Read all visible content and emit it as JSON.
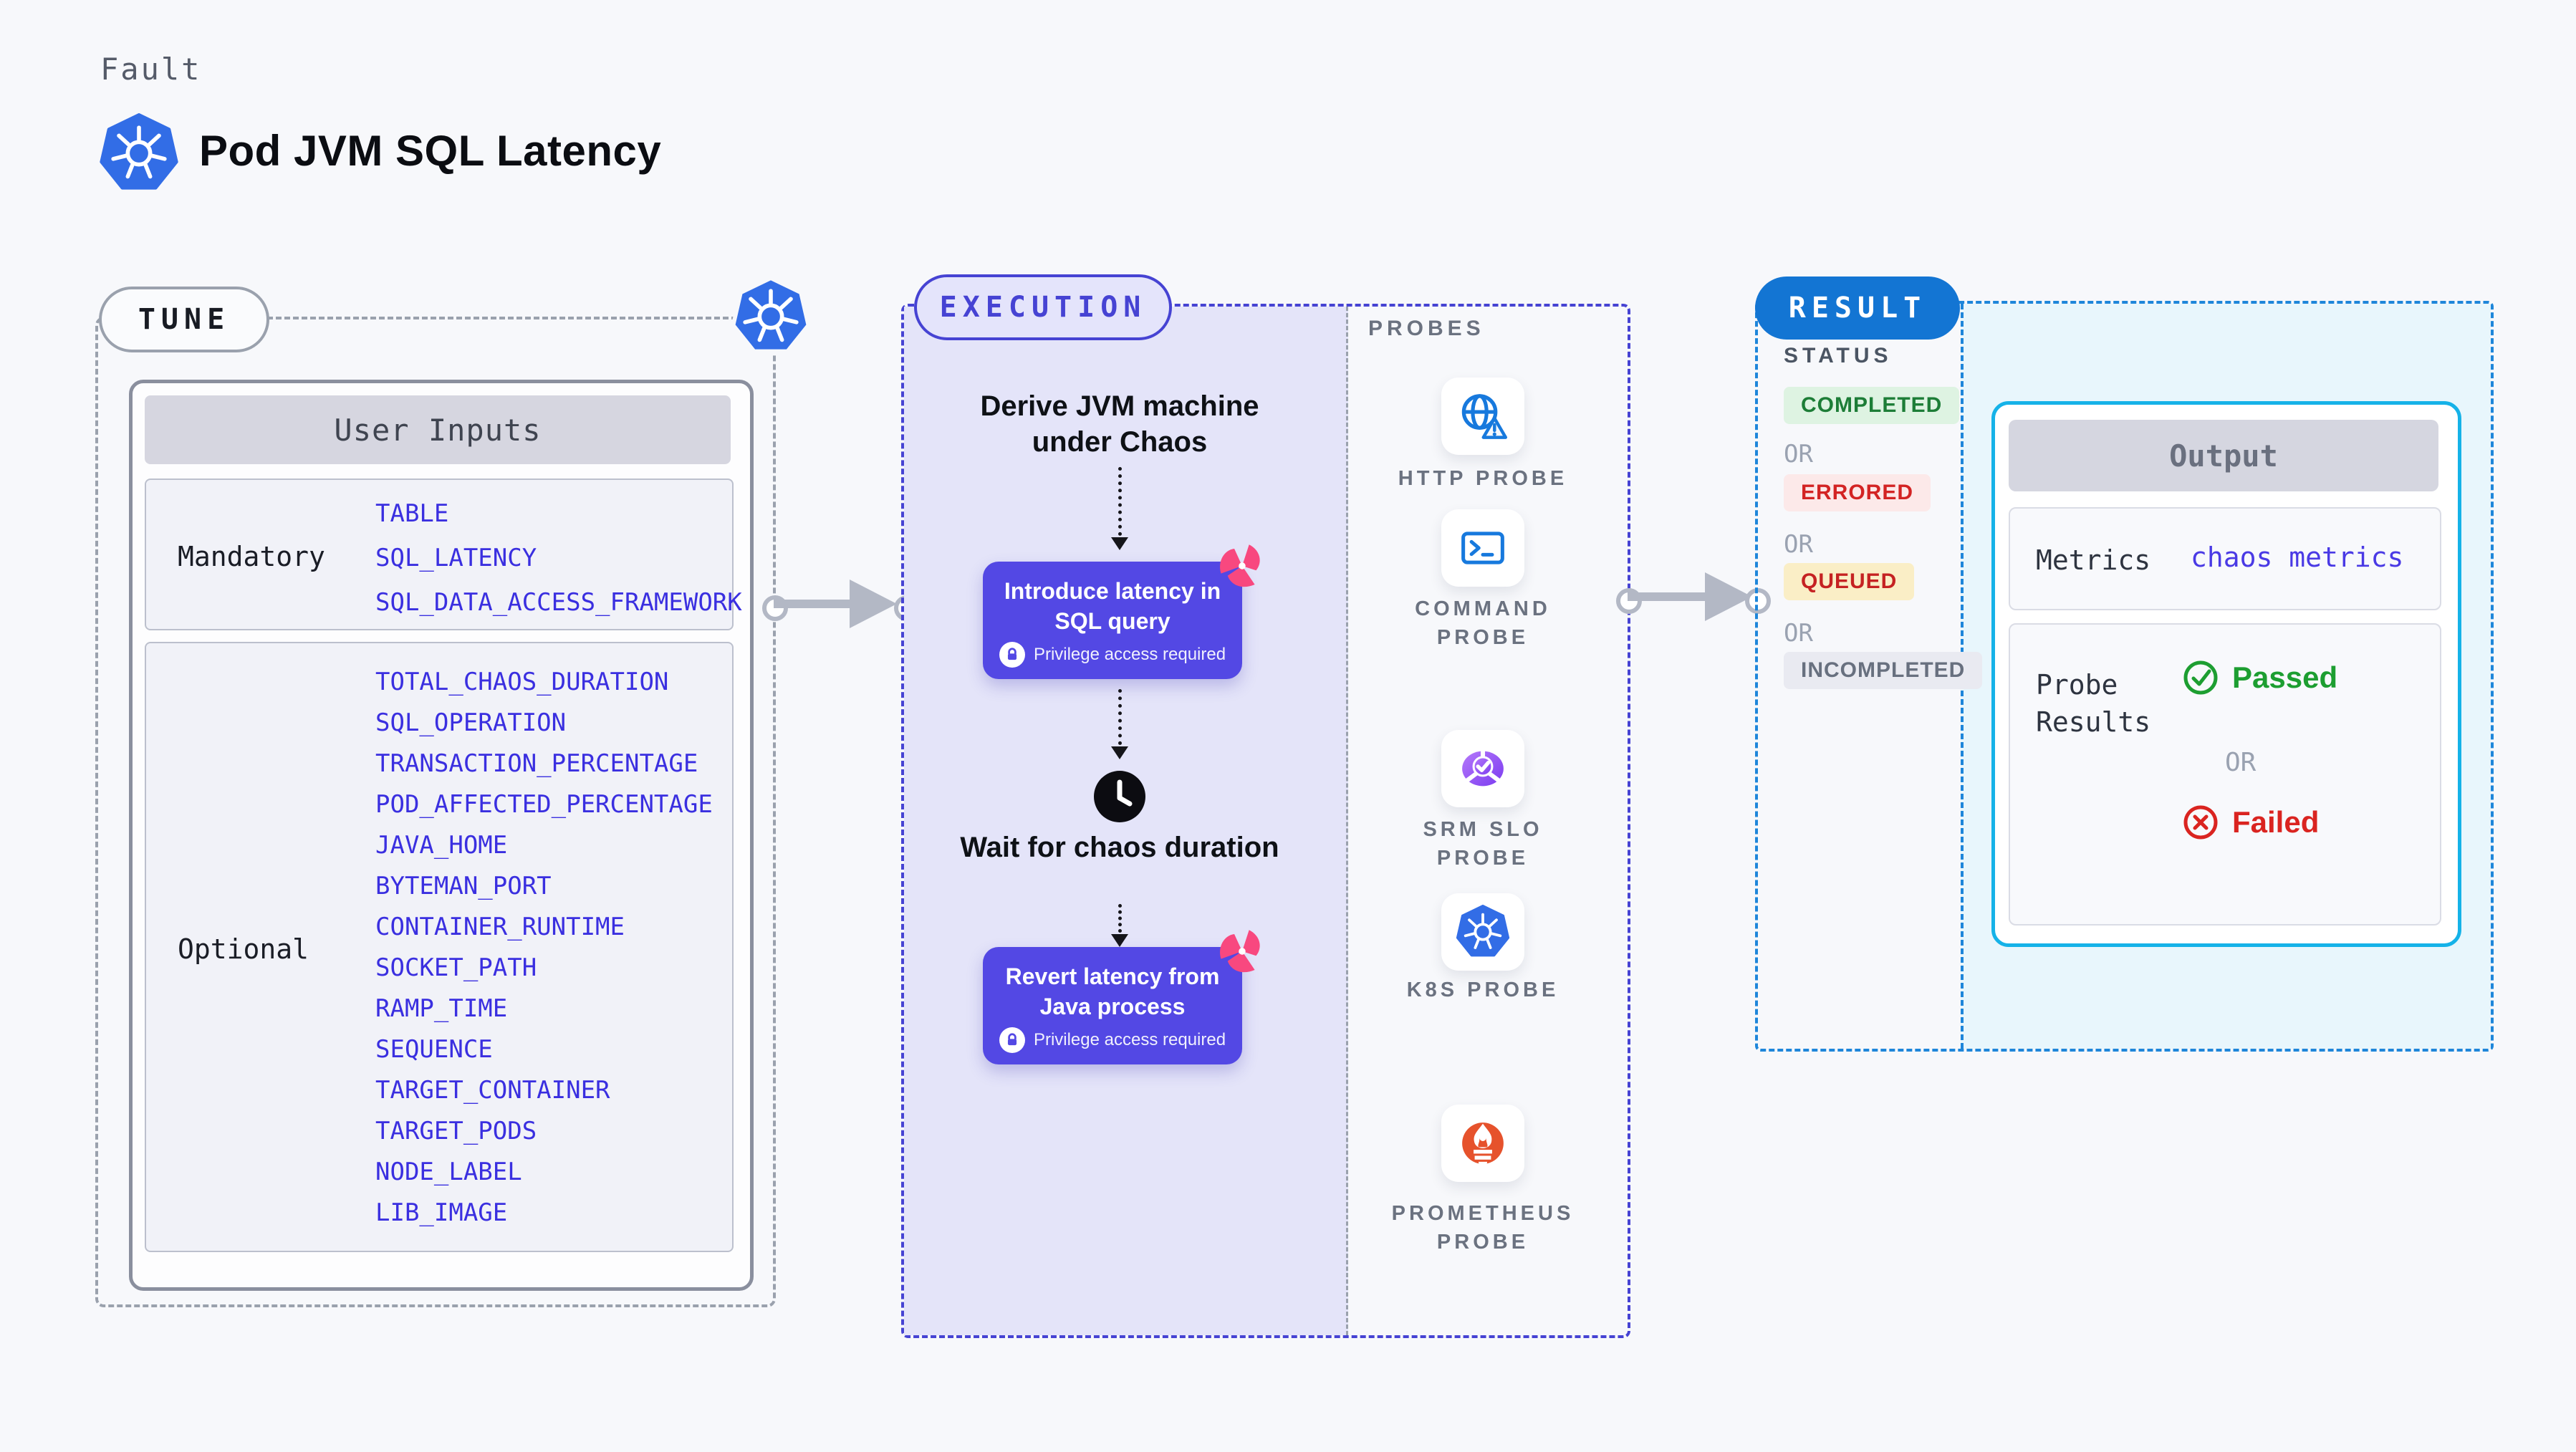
{
  "header": {
    "fault_label": "Fault",
    "title": "Pod JVM SQL Latency"
  },
  "tune": {
    "label": "TUNE",
    "user_inputs": {
      "title": "User Inputs",
      "rows": [
        {
          "label": "Mandatory",
          "values": [
            "TABLE",
            "SQL_LATENCY",
            "SQL_DATA_ACCESS_FRAMEWORK"
          ]
        },
        {
          "label": "Optional",
          "values": [
            "TOTAL_CHAOS_DURATION",
            "SQL_OPERATION",
            "TRANSACTION_PERCENTAGE",
            "POD_AFFECTED_PERCENTAGE",
            "JAVA_HOME",
            "BYTEMAN_PORT",
            "CONTAINER_RUNTIME",
            "SOCKET_PATH",
            "RAMP_TIME",
            "SEQUENCE",
            "TARGET_CONTAINER",
            "TARGET_PODS",
            "NODE_LABEL",
            "LIB_IMAGE"
          ]
        }
      ]
    }
  },
  "execution": {
    "label": "EXECUTION",
    "derive_text": "Derive JVM machine under Chaos",
    "step1": {
      "title": "Introduce latency in SQL query",
      "note": "Privilege access required"
    },
    "wait_text": "Wait for chaos duration",
    "step2": {
      "title": "Revert latency from Java process",
      "note": "Privilege access required"
    },
    "probes": {
      "label": "PROBES",
      "items": [
        {
          "name": "HTTP PROBE",
          "icon": "globe-alert-icon"
        },
        {
          "name": "COMMAND PROBE",
          "icon": "terminal-icon"
        },
        {
          "name": "SRM SLO PROBE",
          "icon": "slo-gauge-icon"
        },
        {
          "name": "K8S PROBE",
          "icon": "kubernetes-icon"
        },
        {
          "name": "PROMETHEUS PROBE",
          "icon": "prometheus-icon"
        }
      ]
    }
  },
  "result": {
    "label": "RESULT",
    "status": {
      "label": "STATUS",
      "completed": "COMPLETED",
      "errored": "ERRORED",
      "queued": "QUEUED",
      "incompleted": "INCOMPLETED",
      "or": "OR"
    },
    "output": {
      "title": "Output",
      "metrics_label": "Metrics",
      "metrics_value": "chaos metrics",
      "probe_results_label": "Probe Results",
      "passed": "Passed",
      "or": "OR",
      "failed": "Failed"
    }
  },
  "colors": {
    "kubernetes_blue": "#326de6",
    "execution_indigo": "#4643d3",
    "chaos_node_purple": "#5348e4",
    "chaos_pink": "#f8487f",
    "result_blue": "#1375d3",
    "output_border_cyan": "#15b2e8",
    "passed_green": "#1d9e31",
    "failed_red": "#da2420",
    "prometheus_orange": "#e6522c"
  }
}
